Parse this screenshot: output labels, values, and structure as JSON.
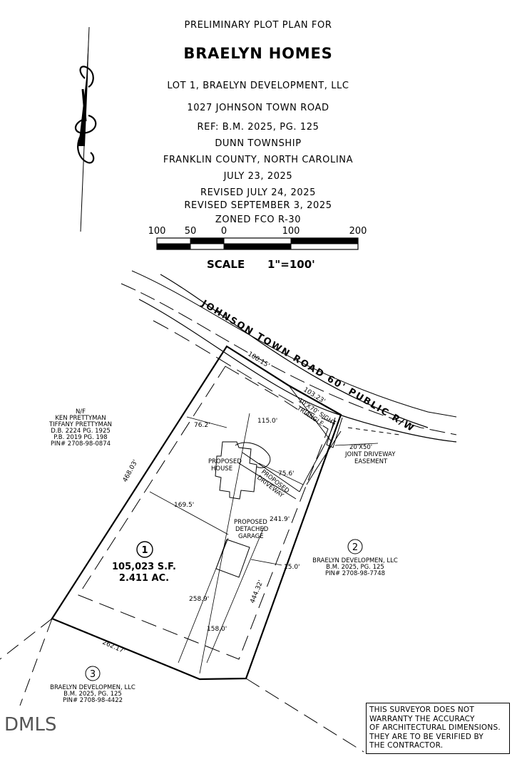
{
  "header": {
    "line1": "PRELIMINARY PLOT PLAN FOR",
    "title": "BRAELYN HOMES",
    "line3": "LOT 1, BRAELYN DEVELOPMENT, LLC",
    "line4": "1027 JOHNSON TOWN ROAD",
    "line5": "REF: B.M. 2025, PG. 125",
    "line6": "DUNN TOWNSHIP",
    "line7": "FRANKLIN COUNTY, NORTH CAROLINA",
    "line8": "JULY 23, 2025",
    "line9": "REVISED JULY 24, 2025",
    "line10": "REVISED SEPTEMBER 3, 2025",
    "line11": "ZONED FCO R-30"
  },
  "scale_bar": {
    "ticks": [
      "100",
      "50",
      "0",
      "100",
      "200"
    ],
    "label": "SCALE",
    "value": "1\"=100'"
  },
  "road": {
    "label": "JOHNSON TOWN ROAD 60' PUBLIC R/W"
  },
  "dimensions": {
    "front_left": "100.15'",
    "front_right": "103.23'",
    "left_side": "468.03'",
    "right_side": "444.32'",
    "rear": "262.17'",
    "setback_front": "115.0'",
    "setback_left": "76.2'",
    "house_to_side": "75.6'",
    "house_to_right": "241.9'",
    "lot_width_mid": "169.5'",
    "garage_to_rear": "258.9'",
    "right_rear": "158.0'",
    "side_setback": "15.0'"
  },
  "features": {
    "sight_triangle": [
      "10'X70' SIGHT",
      "TRIANGLE"
    ],
    "house": [
      "PROPOSED",
      "HOUSE"
    ],
    "driveway": [
      "PROPOSED",
      "DRIVEWAY"
    ],
    "garage": [
      "PROPOSED",
      "DETACHED",
      "GARAGE"
    ],
    "easement": [
      "20'X50'",
      "JOINT DRIVEWAY",
      "EASEMENT"
    ]
  },
  "lot1": {
    "number": "1",
    "area_sf": "105,023 S.F.",
    "area_ac": "2.411 AC."
  },
  "adjoiners": {
    "left": [
      "N/F",
      "KEN PRETTYMAN",
      "TIFFANY PRETTYMAN",
      "D.B. 2224 PG. 1925",
      "P.B. 2019 PG. 198",
      "PIN# 2708-98-0874"
    ],
    "lot2": {
      "number": "2",
      "lines": [
        "BRAELYN DEVELOPMEN, LLC",
        "B.M. 2025, PG. 125",
        "PIN# 2708-98-7748"
      ]
    },
    "lot3": {
      "number": "3",
      "lines": [
        "BRAELYN DEVELOPMEN, LLC",
        "B.M. 2025, PG. 125",
        "PIN# 2708-98-4422"
      ]
    }
  },
  "disclaimer": [
    "THIS SURVEYOR DOES NOT",
    "WARRANTY THE ACCURACY",
    "OF ARCHITECTURAL DIMENSIONS.",
    "THEY ARE TO BE VERIFIED BY",
    "THE CONTRACTOR."
  ],
  "watermark": "DMLS",
  "icons": {
    "north_arrow": "north-arrow-icon"
  }
}
